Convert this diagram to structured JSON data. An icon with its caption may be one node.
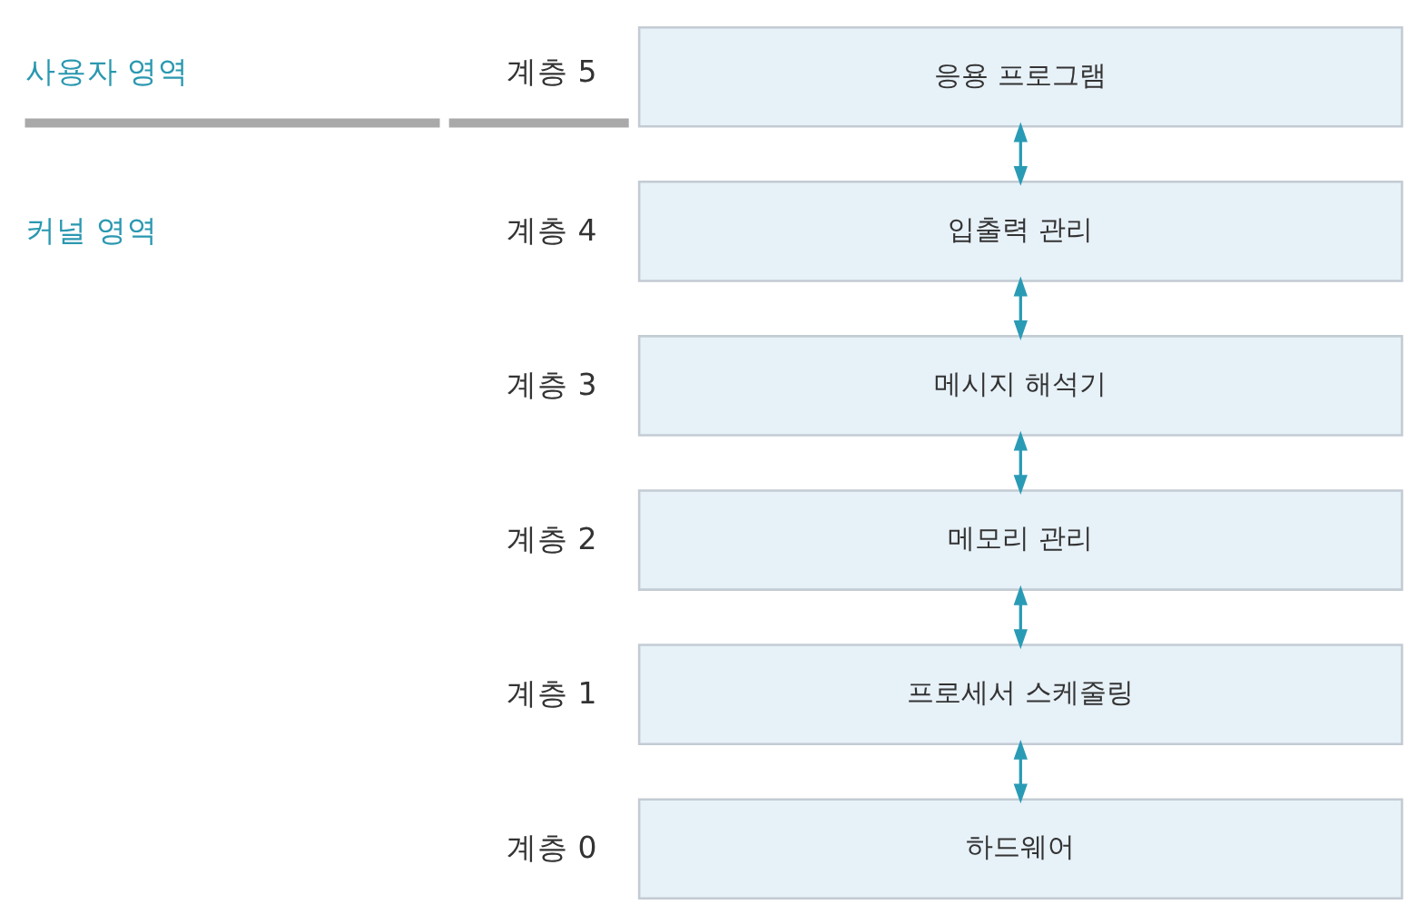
{
  "diagram": {
    "nodes": [
      {
        "text": [
          "응용 프로그램"
        ],
        "beside": [
          "계층 5"
        ]
      },
      {
        "text": [
          "입출력 관리"
        ],
        "beside": [
          "계층 4"
        ]
      },
      {
        "text": [
          "메시지 해석기"
        ],
        "beside": [
          "계층 3"
        ]
      },
      {
        "text": [
          "메모리 관리"
        ],
        "beside": [
          "계층 2"
        ]
      },
      {
        "text": [
          "프로세서 스케줄링"
        ],
        "beside": [
          "계층 1"
        ]
      },
      {
        "text": [
          "하드웨어"
        ],
        "beside": [
          "계층 0"
        ]
      }
    ],
    "edges": [
      {
        "from": 0,
        "to": 1,
        "arrow": "both"
      },
      {
        "from": 1,
        "to": 2,
        "arrow": "both"
      },
      {
        "from": 2,
        "to": 3,
        "arrow": "both"
      },
      {
        "from": 3,
        "to": 4,
        "arrow": "both"
      },
      {
        "from": 4,
        "to": 5,
        "arrow": "both"
      }
    ],
    "labels": [
      "사용자 영역",
      "커널 영역"
    ]
  }
}
